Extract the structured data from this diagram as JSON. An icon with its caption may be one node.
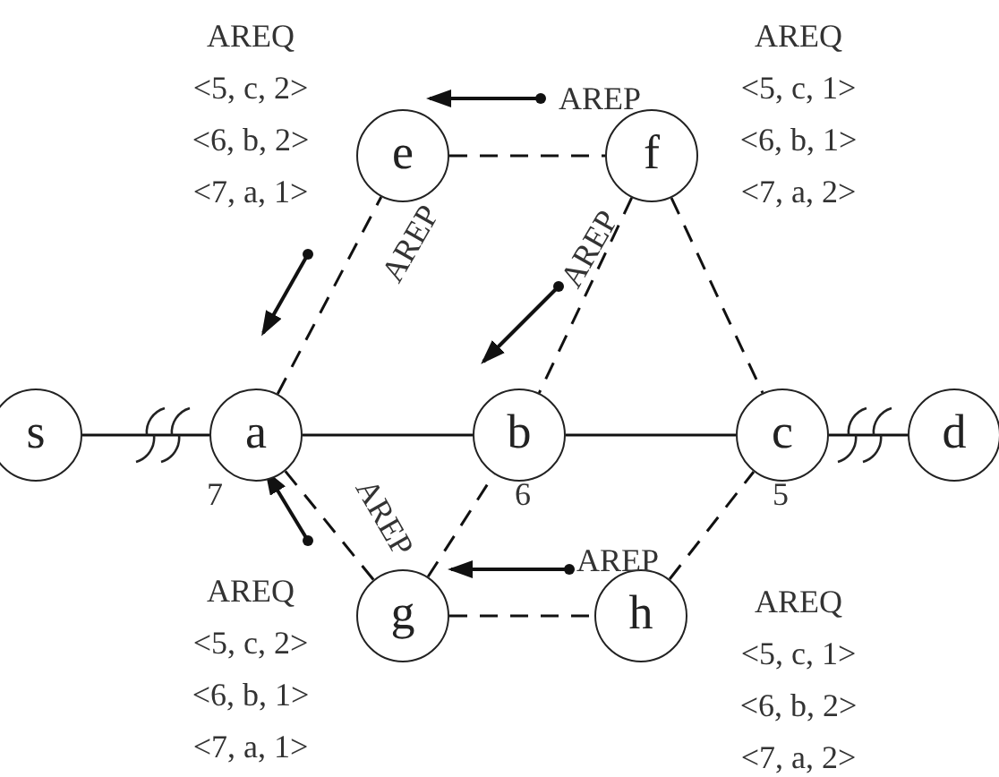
{
  "diagram": {
    "nodes": [
      {
        "text": [
          "s"
        ]
      },
      {
        "text": [
          "a"
        ],
        "beside": [
          "7"
        ]
      },
      {
        "text": [
          "b"
        ],
        "beside": [
          "6"
        ]
      },
      {
        "text": [
          "c"
        ],
        "beside": [
          "5"
        ]
      },
      {
        "text": [
          "d"
        ]
      },
      {
        "text": [
          "e"
        ],
        "beside": [
          "AREQ",
          "<5, c, 2>",
          "<6, b, 2>",
          "<7, a, 1>"
        ]
      },
      {
        "text": [
          "f"
        ],
        "beside": [
          "AREQ",
          "<5, c, 1>",
          "<6, b, 1>",
          "<7, a, 2>"
        ]
      },
      {
        "text": [
          "g"
        ],
        "beside": [
          "AREQ",
          "<5, c, 2>",
          "<6, b, 1>",
          "<7, a, 1>"
        ]
      },
      {
        "text": [
          "h"
        ],
        "beside": [
          "AREQ",
          "<5, c, 1>",
          "<6, b, 2>",
          "<7, a, 2>"
        ]
      }
    ],
    "edges": [
      {
        "from": 0,
        "to": 1,
        "arrow": "none"
      },
      {
        "from": 1,
        "to": 2,
        "arrow": "none"
      },
      {
        "from": 2,
        "to": 3,
        "arrow": "none"
      },
      {
        "from": 3,
        "to": 4,
        "arrow": "none"
      },
      {
        "from": 1,
        "to": 5,
        "arrow": "none",
        "style": "dashed"
      },
      {
        "from": 5,
        "to": 6,
        "arrow": "none",
        "style": "dashed"
      },
      {
        "from": 6,
        "to": 2,
        "arrow": "none",
        "style": "dashed"
      },
      {
        "from": 6,
        "to": 3,
        "arrow": "none",
        "style": "dashed"
      },
      {
        "from": 1,
        "to": 7,
        "arrow": "none",
        "style": "dashed"
      },
      {
        "from": 7,
        "to": 2,
        "arrow": "none",
        "style": "dashed"
      },
      {
        "from": 7,
        "to": 8,
        "arrow": "none",
        "style": "dashed"
      },
      {
        "from": 8,
        "to": 3,
        "arrow": "none",
        "style": "dashed"
      }
    ],
    "labels": [
      "AREP",
      "AREP",
      "AREP",
      "AREP",
      "AREP"
    ]
  }
}
